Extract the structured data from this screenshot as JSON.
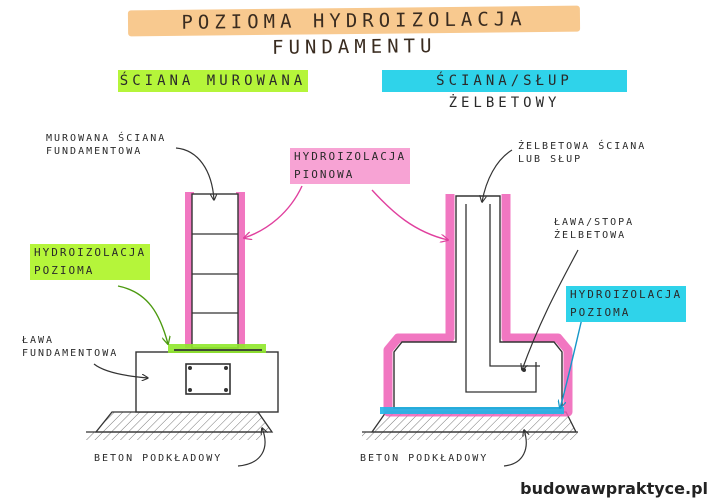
{
  "title": "POZIOMA HYDROIZOLACJA FUNDAMENTU",
  "sections": {
    "left": "ŚCIANA MUROWANA",
    "right": "ŚCIANA/SŁUP ŻELBETOWY"
  },
  "labels": {
    "masonry_wall": "MUROWANA ŚCIANA\nFUNDAMENTOWA",
    "vertical_insulation": "HYDROIZOLACJA\nPIONOWA",
    "horizontal_insulation_left": "HYDROIZOLACJA\nPOZIOMA",
    "footing_left": "ŁAWA\nFUNDAMENTOWA",
    "lean_concrete_left": "BETON PODKŁADOWY",
    "rc_wall": "ŻELBETOWA ŚCIANA\nLUB SŁUP",
    "rc_footing": "ŁAWA/STOPA\nŻELBETOWA",
    "horizontal_insulation_right": "HYDROIZOLACJA\nPOZIOMA",
    "lean_concrete_right": "BETON PODKŁADOWY"
  },
  "colors": {
    "title_highlight": "#f8c98f",
    "masonry_highlight": "#b5f53a",
    "rc_highlight": "#2fd3ea",
    "vertical_insulation": "#ee5fb6",
    "horizontal_insulation_left": "#8fe82a",
    "horizontal_insulation_right": "#1fb6e8"
  },
  "brand": "budowawpraktyce.pl"
}
